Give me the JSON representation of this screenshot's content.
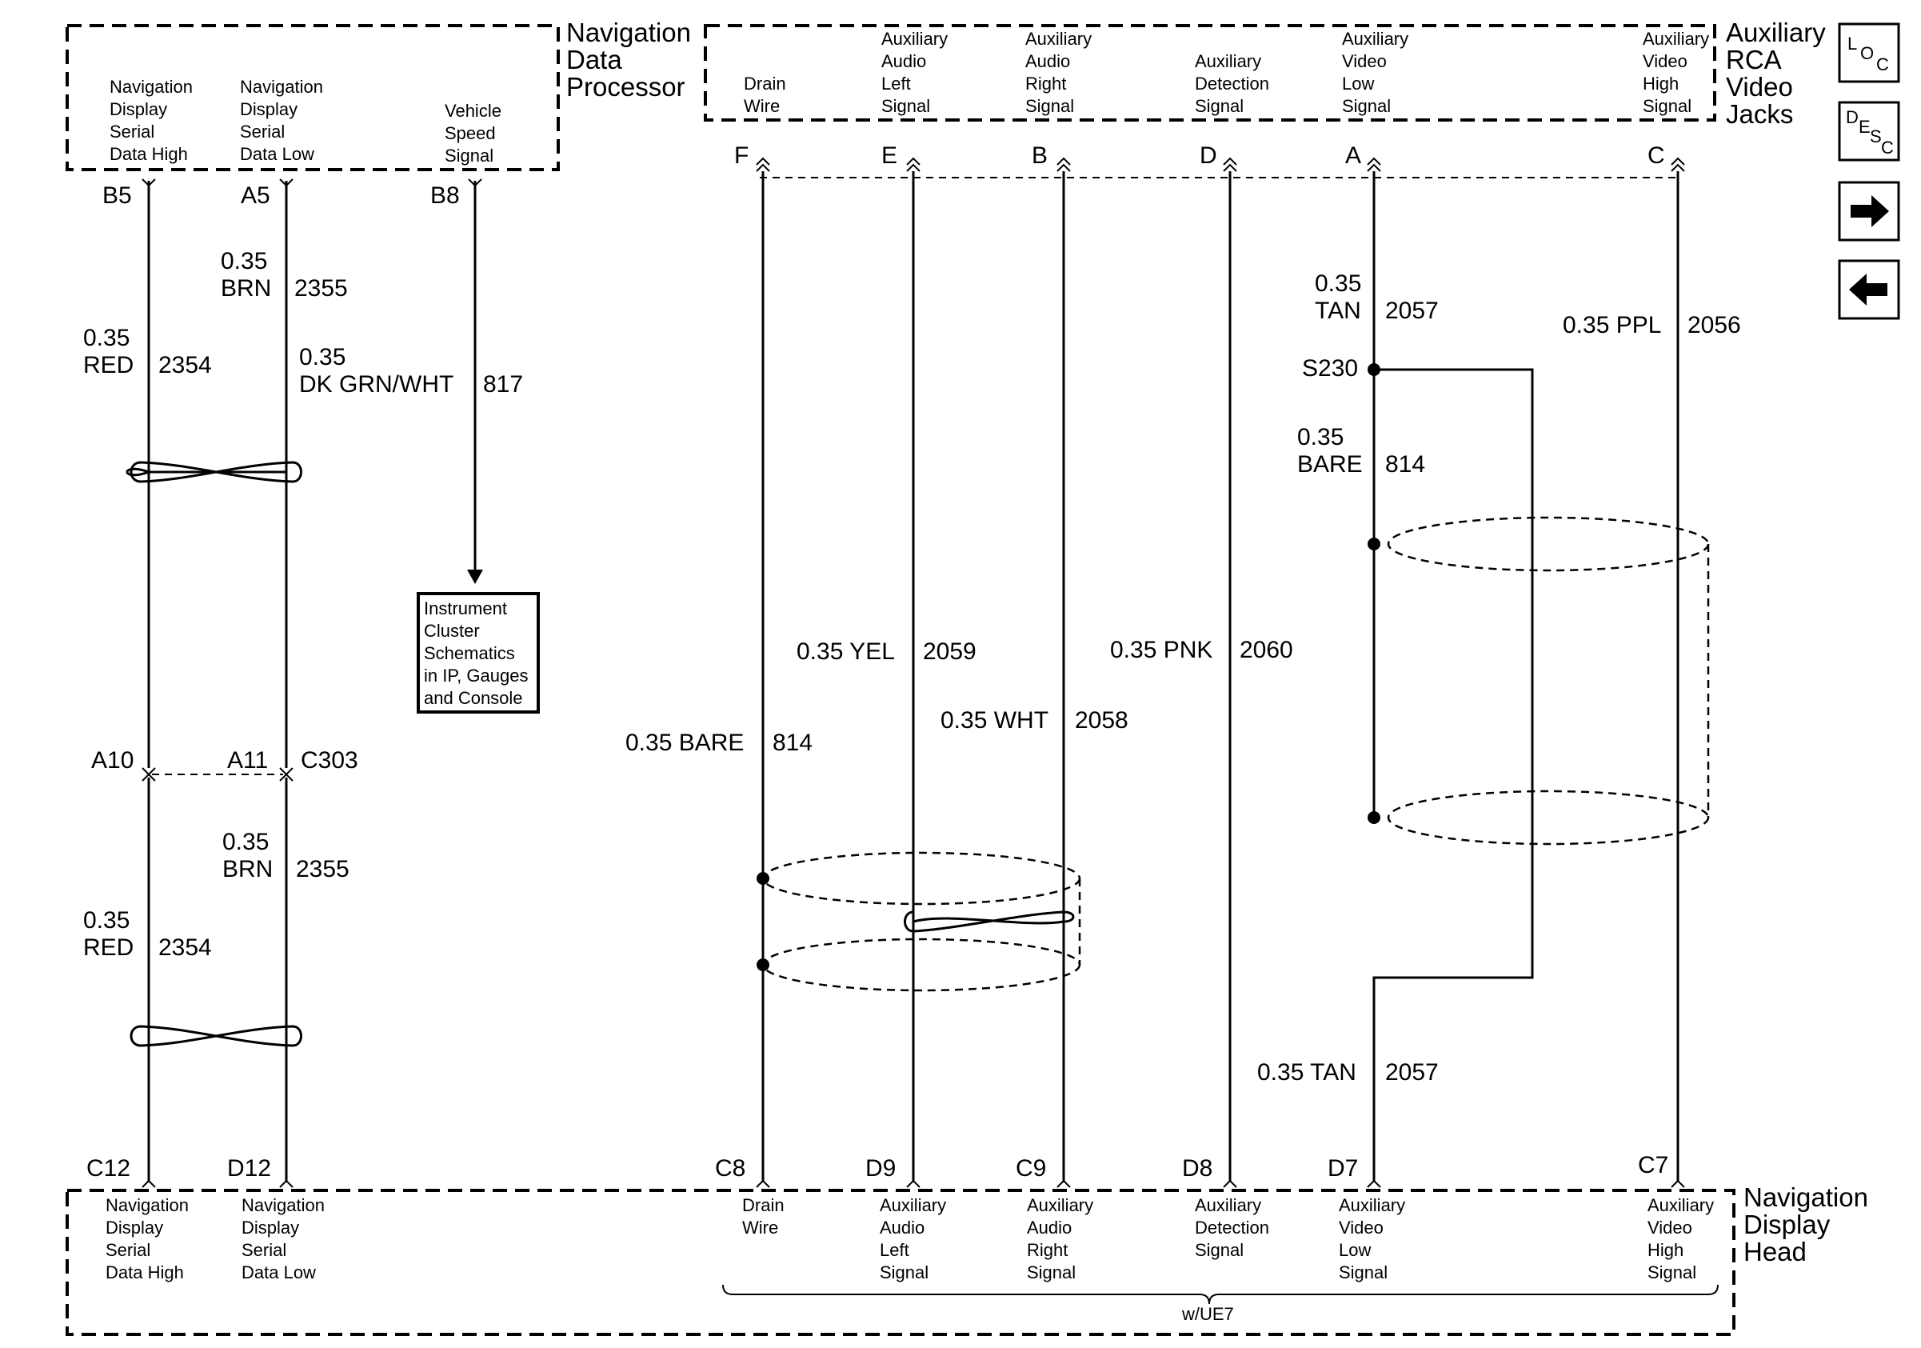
{
  "components": {
    "nav_processor": {
      "name": [
        "Navigation",
        "Data",
        "Processor"
      ]
    },
    "aux_jacks": {
      "name": [
        "Auxiliary",
        "RCA",
        "Video",
        "Jacks"
      ]
    },
    "nav_head": {
      "name": [
        "Navigation",
        "Display",
        "Head"
      ]
    }
  },
  "processor_pins": [
    {
      "label": [
        "Navigation",
        "Display",
        "Serial",
        "Data High"
      ],
      "pin": "B5"
    },
    {
      "label": [
        "Navigation",
        "Display",
        "Serial",
        "Data Low"
      ],
      "pin": "A5"
    },
    {
      "label": [
        "Vehicle",
        "Speed",
        "Signal"
      ],
      "pin": "B8"
    }
  ],
  "jack_pins": [
    {
      "label": [
        "Drain",
        "Wire"
      ],
      "pin": "F"
    },
    {
      "label": [
        "Auxiliary",
        "Audio",
        "Left",
        "Signal"
      ],
      "pin": "E"
    },
    {
      "label": [
        "Auxiliary",
        "Audio",
        "Right",
        "Signal"
      ],
      "pin": "B"
    },
    {
      "label": [
        "Auxiliary",
        "Detection",
        "Signal"
      ],
      "pin": "D"
    },
    {
      "label": [
        "Auxiliary",
        "Video",
        "Low",
        "Signal"
      ],
      "pin": "A"
    },
    {
      "label": [
        "Auxiliary",
        "Video",
        "High",
        "Signal"
      ],
      "pin": "C"
    }
  ],
  "head_pins": [
    {
      "label": [
        "Navigation",
        "Display",
        "Serial",
        "Data High"
      ],
      "pin": "C12"
    },
    {
      "label": [
        "Navigation",
        "Display",
        "Serial",
        "Data Low"
      ],
      "pin": "D12"
    },
    {
      "label": [
        "Drain",
        "Wire"
      ],
      "pin": "C8"
    },
    {
      "label": [
        "Auxiliary",
        "Audio",
        "Left",
        "Signal"
      ],
      "pin": "D9"
    },
    {
      "label": [
        "Auxiliary",
        "Audio",
        "Right",
        "Signal"
      ],
      "pin": "C9"
    },
    {
      "label": [
        "Auxiliary",
        "Detection",
        "Signal"
      ],
      "pin": "D8"
    },
    {
      "label": [
        "Auxiliary",
        "Video",
        "Low",
        "Signal"
      ],
      "pin": "D7"
    },
    {
      "label": [
        "Auxiliary",
        "Video",
        "High",
        "Signal"
      ],
      "pin": "C7"
    }
  ],
  "option_label": "w/UE7",
  "connector": {
    "name": "C303",
    "pins": [
      "A10",
      "A11"
    ]
  },
  "splice": "S230",
  "wires": {
    "red_upper": {
      "size": "0.35",
      "color": "RED",
      "circuit": "2354"
    },
    "brn_upper": {
      "size": "0.35",
      "color": "BRN",
      "circuit": "2355"
    },
    "dkgrn": {
      "size": "0.35",
      "color": "DK GRN/WHT",
      "circuit": "817"
    },
    "red_lower": {
      "size": "0.35",
      "color": "RED",
      "circuit": "2354"
    },
    "brn_lower": {
      "size": "0.35",
      "color": "BRN",
      "circuit": "2355"
    },
    "bare_drain": {
      "text": "0.35 BARE",
      "circuit": "814"
    },
    "yel": {
      "text": "0.35 YEL",
      "circuit": "2059"
    },
    "wht": {
      "text": "0.35 WHT",
      "circuit": "2058"
    },
    "pnk": {
      "text": "0.35 PNK",
      "circuit": "2060"
    },
    "tan_upper": {
      "size": "0.35",
      "color": "TAN",
      "circuit": "2057"
    },
    "bare_shield": {
      "size": "0.35",
      "color": "BARE",
      "circuit": "814"
    },
    "tan_lower": {
      "text": "0.35 TAN",
      "circuit": "2057"
    },
    "ppl": {
      "text": "0.35 PPL",
      "circuit": "2056"
    }
  },
  "reference_box": [
    "Instrument",
    "Cluster",
    "Schematics",
    "in IP, Gauges",
    "and Console"
  ],
  "nav_buttons": {
    "loc": [
      "L",
      "O",
      "C"
    ],
    "desc": [
      "D",
      "E",
      "S",
      "C"
    ],
    "next_icon": "arrow-right-icon",
    "prev_icon": "arrow-left-icon"
  }
}
